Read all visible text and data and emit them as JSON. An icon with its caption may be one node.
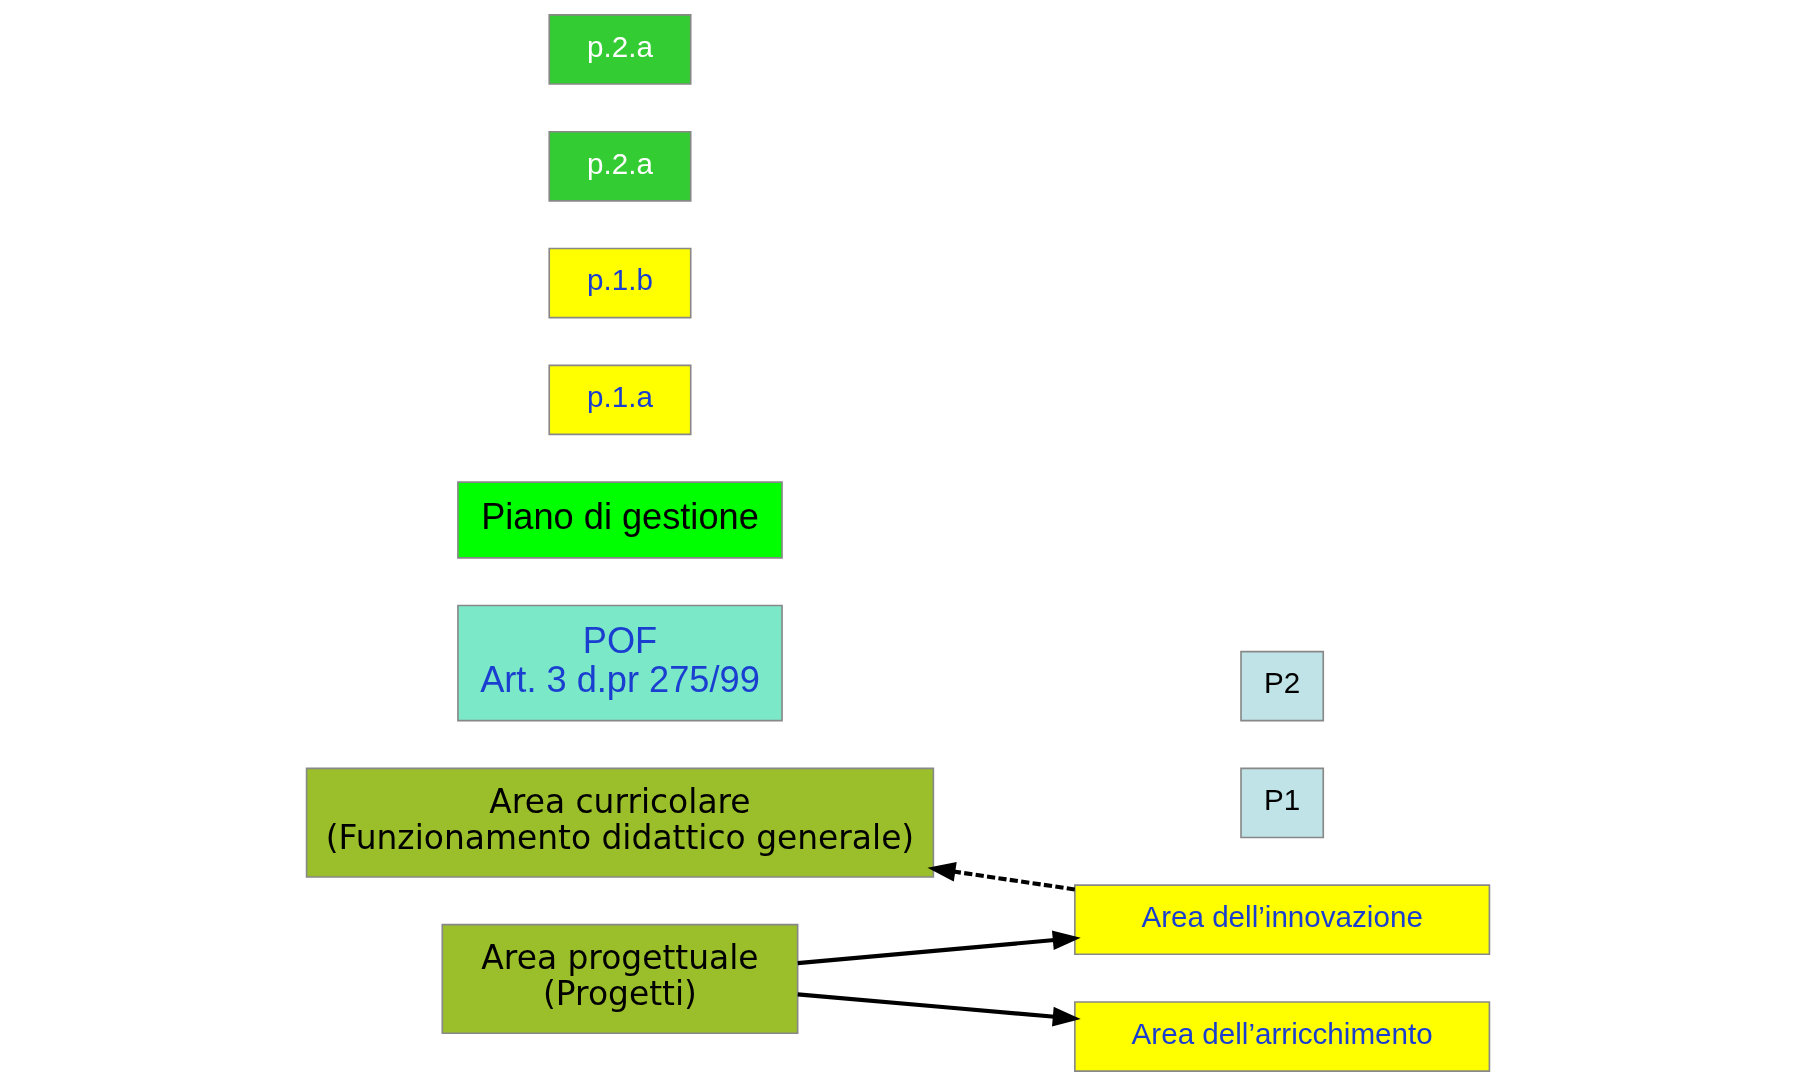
{
  "diagram": {
    "nodes": [
      {
        "text": [
          "Area curricolare",
          "(Funzionamento didattico generale)"
        ]
      },
      {
        "text": [
          "POF",
          "Art. 3 d.pr 275/99"
        ]
      },
      {
        "text": [
          "Area progettuale",
          "(Progetti)"
        ]
      },
      {
        "text": [
          "P1"
        ]
      },
      {
        "text": [
          "Area dell’innovazione"
        ]
      },
      {
        "text": [
          "P2"
        ]
      },
      {
        "text": [
          "Area dell’arricchimento"
        ]
      },
      {
        "text": [
          "Piano di gestione"
        ]
      },
      {
        "text": [
          "p.1.a"
        ]
      },
      {
        "text": [
          "p.1.b"
        ]
      },
      {
        "text": [
          "p.2.a"
        ]
      },
      {
        "text": [
          "p.2.a"
        ]
      }
    ],
    "edges": [
      {
        "from": 2,
        "to": 4,
        "arrow": "to"
      },
      {
        "from": 2,
        "to": 6,
        "arrow": "to"
      },
      {
        "from": 4,
        "to": 0,
        "arrow": "to",
        "style": "dashed"
      }
    ]
  }
}
